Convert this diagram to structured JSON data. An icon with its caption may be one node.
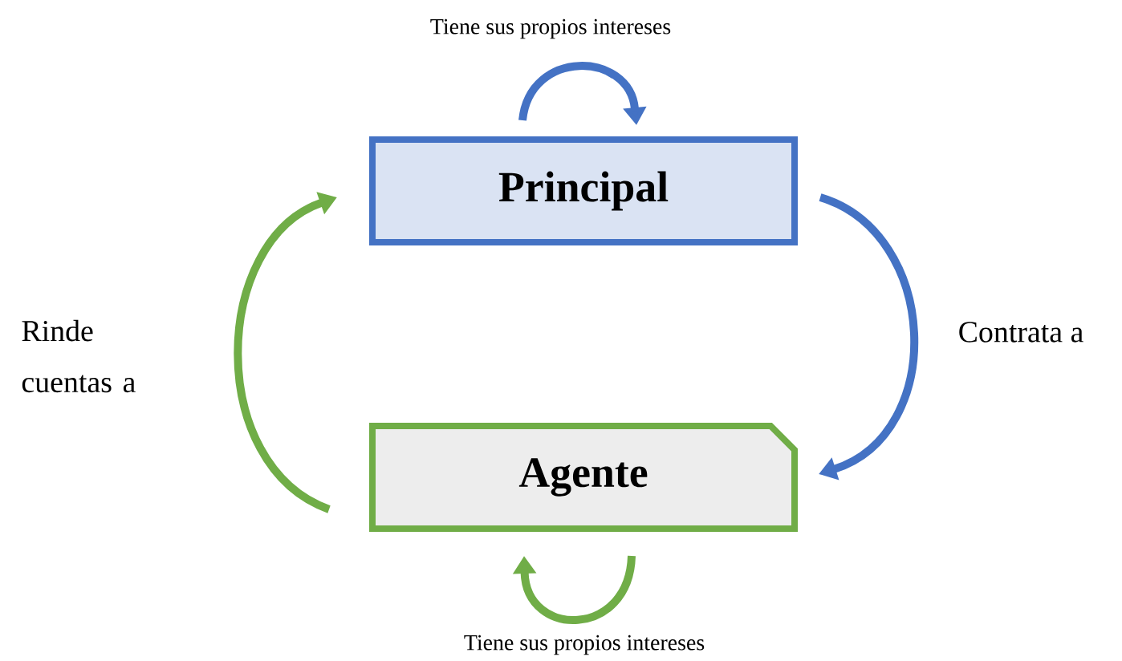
{
  "diagram": {
    "nodes": [
      {
        "text": [
          "Principal"
        ]
      },
      {
        "text": [
          "Agente"
        ]
      }
    ],
    "edges": [
      {
        "from": 0,
        "to": 1,
        "arrow": "to",
        "label": "Contrata a",
        "color": "#4472c4"
      },
      {
        "from": 1,
        "to": 0,
        "arrow": "to",
        "label": "Rinde cuentas a",
        "color": "#70ad47"
      },
      {
        "from": 0,
        "to": 0,
        "arrow": "to",
        "label": "Tiene sus propios intereses",
        "color": "#4472c4"
      },
      {
        "from": 1,
        "to": 1,
        "arrow": "to",
        "label": "Tiene sus propios intereses",
        "color": "#70ad47"
      }
    ]
  }
}
